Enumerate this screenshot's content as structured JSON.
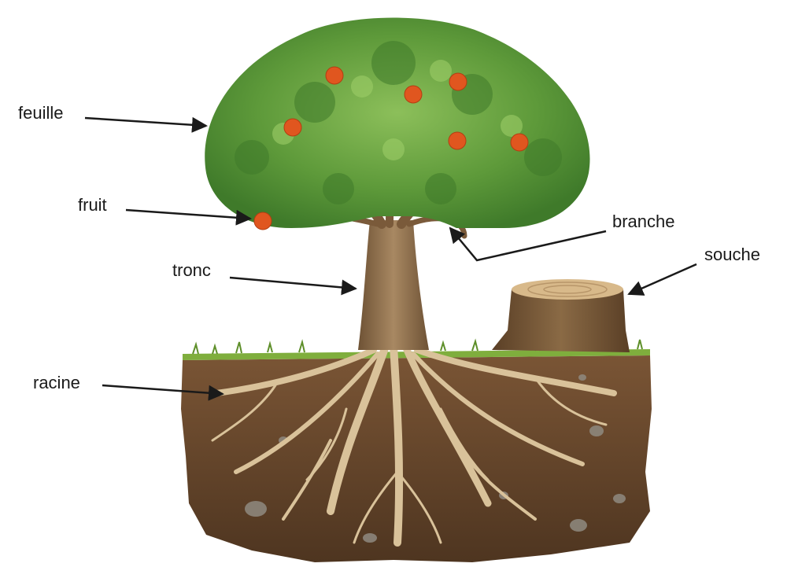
{
  "labels": {
    "feuille": "feuille",
    "fruit": "fruit",
    "tronc": "tronc",
    "racine": "racine",
    "branche": "branche",
    "souche": "souche"
  },
  "colors": {
    "leaf_dark": "#3f7a2a",
    "leaf_mid": "#5e9a3a",
    "leaf_light": "#8cbf5a",
    "fruit": "#e0561f",
    "bark": "#8a6a45",
    "root": "#d9c29a",
    "soil": "#6b4a2e",
    "grass": "#7fae3d",
    "arrow": "#1a1a1a"
  }
}
